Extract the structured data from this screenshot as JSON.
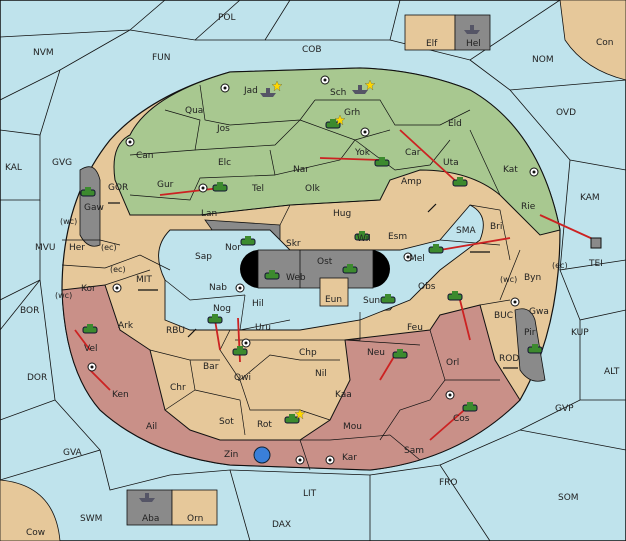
{
  "map": {
    "colors": {
      "sea": "#bfe3ec",
      "neutral": "#e6c89a",
      "green": "#a8c890",
      "red": "#c99088",
      "gray": "#8a8a8a",
      "black": "#000000",
      "order_arrow": "#cc2222"
    },
    "sea_labels": [
      {
        "id": "POL",
        "text": "POL"
      },
      {
        "id": "COB",
        "text": "COB"
      },
      {
        "id": "FUN",
        "text": "FUN"
      },
      {
        "id": "NVM",
        "text": "NVM"
      },
      {
        "id": "NOM",
        "text": "NOM"
      },
      {
        "id": "OVD",
        "text": "OVD"
      },
      {
        "id": "KAL",
        "text": "KAL"
      },
      {
        "id": "GVG",
        "text": "GVG"
      },
      {
        "id": "MVU",
        "text": "MVU"
      },
      {
        "id": "BOR",
        "text": "BOR"
      },
      {
        "id": "DOR",
        "text": "DOR"
      },
      {
        "id": "GVA",
        "text": "GVA"
      },
      {
        "id": "SWM",
        "text": "SWM"
      },
      {
        "id": "DAX",
        "text": "DAX"
      },
      {
        "id": "LIT",
        "text": "LIT"
      },
      {
        "id": "FRO",
        "text": "FRO"
      },
      {
        "id": "SOM",
        "text": "SOM"
      },
      {
        "id": "GVP",
        "text": "GVP"
      },
      {
        "id": "ALT",
        "text": "ALT"
      },
      {
        "id": "KUP",
        "text": "KUP"
      },
      {
        "id": "KAM",
        "text": "KAM"
      },
      {
        "id": "GOR",
        "text": "GOR"
      },
      {
        "id": "MIT",
        "text": "MIT"
      },
      {
        "id": "RBU",
        "text": "RBU"
      },
      {
        "id": "SMA",
        "text": "SMA"
      },
      {
        "id": "BUC",
        "text": "BUC"
      },
      {
        "id": "ROD",
        "text": "ROD"
      }
    ],
    "land_labels": [
      {
        "id": "Con",
        "text": "Con"
      },
      {
        "id": "Cow",
        "text": "Cow"
      },
      {
        "id": "Elf",
        "text": "Elf"
      },
      {
        "id": "Hel",
        "text": "Hel"
      },
      {
        "id": "Aba",
        "text": "Aba"
      },
      {
        "id": "Orn",
        "text": "Orn"
      },
      {
        "id": "Jad",
        "text": "Jad"
      },
      {
        "id": "Sch",
        "text": "Sch"
      },
      {
        "id": "Qua",
        "text": "Qua"
      },
      {
        "id": "Jos",
        "text": "Jos"
      },
      {
        "id": "Grh",
        "text": "Grh"
      },
      {
        "id": "Eld",
        "text": "Eld"
      },
      {
        "id": "Can",
        "text": "Can"
      },
      {
        "id": "Elc",
        "text": "Elc"
      },
      {
        "id": "Nar",
        "text": "Nar"
      },
      {
        "id": "Yok",
        "text": "Yok"
      },
      {
        "id": "Car",
        "text": "Car"
      },
      {
        "id": "Uta",
        "text": "Uta"
      },
      {
        "id": "Kat",
        "text": "Kat"
      },
      {
        "id": "Tel",
        "text": "Tel"
      },
      {
        "id": "Olk",
        "text": "Olk"
      },
      {
        "id": "Amp",
        "text": "Amp"
      },
      {
        "id": "Gur",
        "text": "Gur"
      },
      {
        "id": "Lan",
        "text": "Lan"
      },
      {
        "id": "Hug",
        "text": "Hug"
      },
      {
        "id": "Rie",
        "text": "Rie"
      },
      {
        "id": "Gaw",
        "text": "Gaw"
      },
      {
        "id": "Wil",
        "text": "Wil"
      },
      {
        "id": "Esm",
        "text": "Esm"
      },
      {
        "id": "Bri",
        "text": "Bri"
      },
      {
        "id": "Nor",
        "text": "Nor"
      },
      {
        "id": "Skr",
        "text": "Skr"
      },
      {
        "id": "Ost",
        "text": "Ost"
      },
      {
        "id": "Mel",
        "text": "Mel"
      },
      {
        "id": "Her",
        "text": "Her"
      },
      {
        "id": "Sap",
        "text": "Sap"
      },
      {
        "id": "Web",
        "text": "Web"
      },
      {
        "id": "Byn",
        "text": "Byn"
      },
      {
        "id": "TEI",
        "text": "TEI"
      },
      {
        "id": "Kor",
        "text": "Kor"
      },
      {
        "id": "Nab",
        "text": "Nab"
      },
      {
        "id": "Eun",
        "text": "Eun"
      },
      {
        "id": "Sun",
        "text": "Sun"
      },
      {
        "id": "Obs",
        "text": "Obs"
      },
      {
        "id": "Gwa",
        "text": "Gwa"
      },
      {
        "id": "Hil",
        "text": "Hil"
      },
      {
        "id": "Nog",
        "text": "Nog"
      },
      {
        "id": "Ark",
        "text": "Ark"
      },
      {
        "id": "Uru",
        "text": "Uru"
      },
      {
        "id": "Feu",
        "text": "Feu"
      },
      {
        "id": "Pir",
        "text": "Pir"
      },
      {
        "id": "Vel",
        "text": "Vel"
      },
      {
        "id": "Chp",
        "text": "Chp"
      },
      {
        "id": "Neu",
        "text": "Neu"
      },
      {
        "id": "Bar",
        "text": "Bar"
      },
      {
        "id": "Orl",
        "text": "Orl"
      },
      {
        "id": "Qwi",
        "text": "Qwi"
      },
      {
        "id": "Nil",
        "text": "Nil"
      },
      {
        "id": "Ken",
        "text": "Ken"
      },
      {
        "id": "Chr",
        "text": "Chr"
      },
      {
        "id": "Kaa",
        "text": "Kaa"
      },
      {
        "id": "Sot",
        "text": "Sot"
      },
      {
        "id": "Rot",
        "text": "Rot"
      },
      {
        "id": "Cos",
        "text": "Cos"
      },
      {
        "id": "Ail",
        "text": "Ail"
      },
      {
        "id": "Mou",
        "text": "Mou"
      },
      {
        "id": "Zin",
        "text": "Zin"
      },
      {
        "id": "Kar",
        "text": "Kar"
      },
      {
        "id": "Sam",
        "text": "Sam"
      }
    ],
    "coast_labels": [
      {
        "id": "wc1",
        "text": "(wc)"
      },
      {
        "id": "ec1",
        "text": "(ec)"
      },
      {
        "id": "ec2",
        "text": "(ec)"
      },
      {
        "id": "wc2",
        "text": "(wc)"
      },
      {
        "id": "wc3",
        "text": "(wc)"
      },
      {
        "id": "ec3",
        "text": "(ec)"
      }
    ]
  }
}
